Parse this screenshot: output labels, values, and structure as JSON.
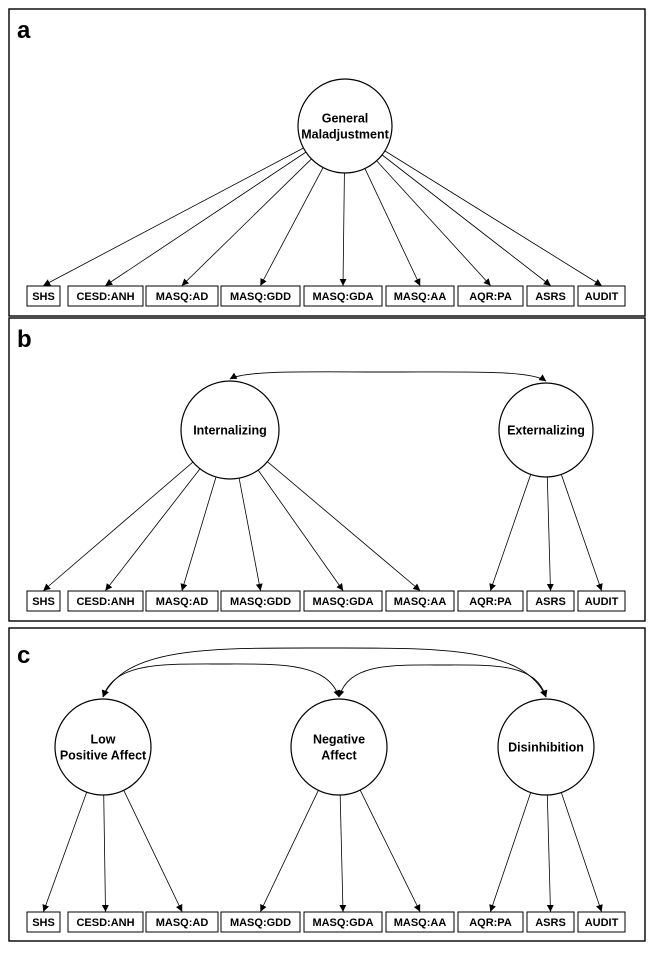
{
  "panels": [
    {
      "letter": "a",
      "latents": [
        {
          "id": "general",
          "label": [
            "General",
            "Maladjustment"
          ]
        }
      ],
      "indicators": [
        {
          "label": "SHS",
          "latent": "general"
        },
        {
          "label": "CESD:ANH",
          "latent": "general"
        },
        {
          "label": "MASQ:AD",
          "latent": "general"
        },
        {
          "label": "MASQ:GDD",
          "latent": "general"
        },
        {
          "label": "MASQ:GDA",
          "latent": "general"
        },
        {
          "label": "MASQ:AA",
          "latent": "general"
        },
        {
          "label": "AQR:PA",
          "latent": "general"
        },
        {
          "label": "ASRS",
          "latent": "general"
        },
        {
          "label": "AUDIT",
          "latent": "general"
        }
      ],
      "covariances": []
    },
    {
      "letter": "b",
      "latents": [
        {
          "id": "internalizing",
          "label": [
            "Internalizing"
          ]
        },
        {
          "id": "externalizing",
          "label": [
            "Externalizing"
          ]
        }
      ],
      "indicators": [
        {
          "label": "SHS",
          "latent": "internalizing"
        },
        {
          "label": "CESD:ANH",
          "latent": "internalizing"
        },
        {
          "label": "MASQ:AD",
          "latent": "internalizing"
        },
        {
          "label": "MASQ:GDD",
          "latent": "internalizing"
        },
        {
          "label": "MASQ:GDA",
          "latent": "internalizing"
        },
        {
          "label": "MASQ:AA",
          "latent": "internalizing"
        },
        {
          "label": "AQR:PA",
          "latent": "externalizing"
        },
        {
          "label": "ASRS",
          "latent": "externalizing"
        },
        {
          "label": "AUDIT",
          "latent": "externalizing"
        }
      ],
      "covariances": [
        [
          "internalizing",
          "externalizing"
        ]
      ]
    },
    {
      "letter": "c",
      "latents": [
        {
          "id": "lpa",
          "label": [
            "Low",
            "Positive Affect"
          ]
        },
        {
          "id": "na",
          "label": [
            "Negative",
            "Affect"
          ]
        },
        {
          "id": "dis",
          "label": [
            "Disinhibition"
          ]
        }
      ],
      "indicators": [
        {
          "label": "SHS",
          "latent": "lpa"
        },
        {
          "label": "CESD:ANH",
          "latent": "lpa"
        },
        {
          "label": "MASQ:AD",
          "latent": "lpa"
        },
        {
          "label": "MASQ:GDD",
          "latent": "na"
        },
        {
          "label": "MASQ:GDA",
          "latent": "na"
        },
        {
          "label": "MASQ:AA",
          "latent": "na"
        },
        {
          "label": "AQR:PA",
          "latent": "dis"
        },
        {
          "label": "ASRS",
          "latent": "dis"
        },
        {
          "label": "AUDIT",
          "latent": "dis"
        }
      ],
      "covariances": [
        [
          "lpa",
          "na"
        ],
        [
          "na",
          "dis"
        ],
        [
          "lpa",
          "dis"
        ]
      ]
    }
  ]
}
